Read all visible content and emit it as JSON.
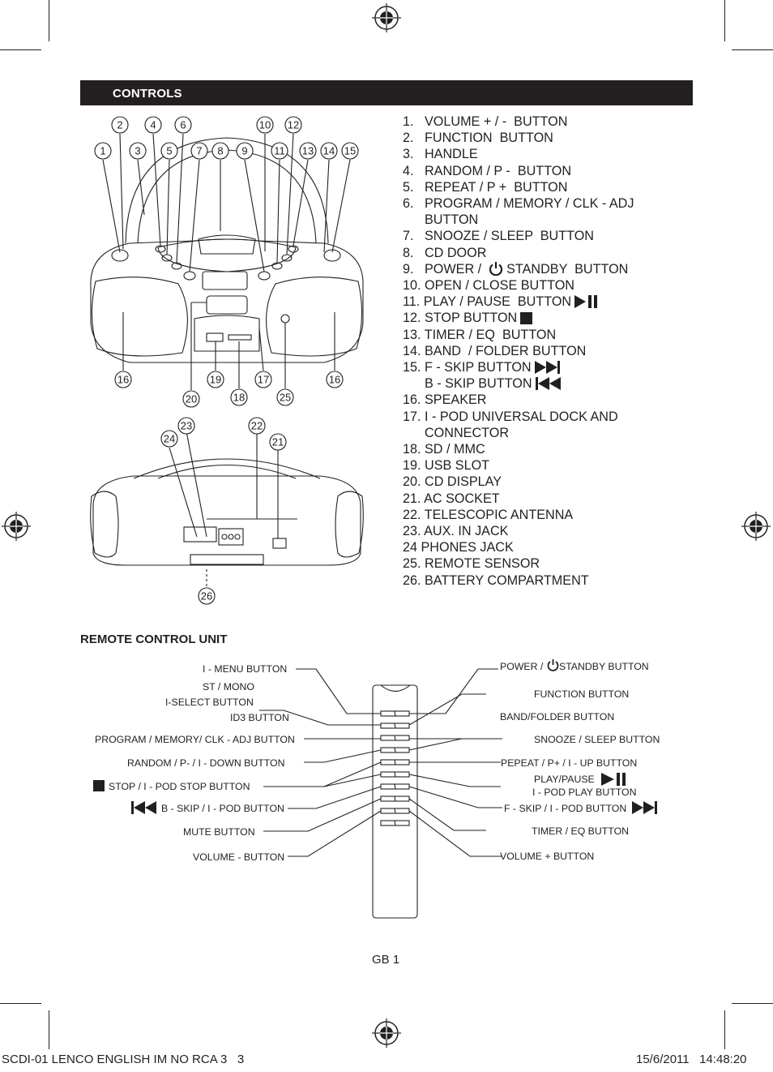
{
  "section": {
    "title": "CONTROLS"
  },
  "controls": [
    "1.   VOLUME + / -  BUTTON",
    "2.   FUNCTION  BUTTON",
    "3.   HANDLE",
    "4.   RANDOM / P -  BUTTON",
    "5.   REPEAT / P +  BUTTON",
    "6.   PROGRAM / MEMORY / CLK - ADJ",
    "      BUTTON",
    "7.   SNOOZE / SLEEP  BUTTON",
    "8.   CD DOOR",
    "9.   POWER / ",
    "10. OPEN / CLOSE BUTTON",
    "11. PLAY / PAUSE  BUTTON",
    "12. STOP BUTTON",
    "13. TIMER / EQ  BUTTON",
    "14. BAND  / FOLDER BUTTON",
    "15. F - SKIP BUTTON",
    "      B - SKIP BUTTON",
    "16. SPEAKER",
    "17. I - POD UNIVERSAL DOCK AND",
    "      CONNECTOR",
    "18. SD / MMC",
    "19. USB SLOT",
    "20. CD DISPLAY",
    "21. AC SOCKET",
    "22. TELESCOPIC ANTENNA",
    "23. AUX. IN JACK",
    "24 PHONES JACK",
    "25. REMOTE SENSOR",
    "26. BATTERY COMPARTMENT"
  ],
  "power_suffix": " STANDBY  BUTTON",
  "callouts_front": [
    "1",
    "2",
    "3",
    "4",
    "5",
    "6",
    "7",
    "8",
    "9",
    "10",
    "11",
    "12",
    "13",
    "14",
    "15",
    "16",
    "16",
    "17",
    "18",
    "19",
    "20",
    "25"
  ],
  "callouts_back": [
    "21",
    "22",
    "23",
    "24",
    "26"
  ],
  "remote": {
    "title": "REMOTE  CONTROL  UNIT",
    "left": [
      "I - MENU BUTTON",
      "ST / MONO",
      "I-SELECT BUTTON",
      "ID3 BUTTON",
      "PROGRAM / MEMORY/ CLK - ADJ BUTTON",
      "RANDOM / P- / I - DOWN BUTTON",
      "STOP / I - POD STOP BUTTON",
      "B - SKIP / I - POD BUTTON",
      "MUTE BUTTON",
      "VOLUME - BUTTON"
    ],
    "right": [
      "POWER / ",
      "STANDBY BUTTON",
      "FUNCTION  BUTTON",
      "BAND/FOLDER BUTTON",
      "SNOOZE / SLEEP BUTTON",
      "PEPEAT / P+ / I - UP BUTTON",
      "PLAY/PAUSE",
      "I - POD PLAY BUTTON",
      "F - SKIP / I - POD BUTTON",
      "TIMER / EQ BUTTON",
      "VOLUME + BUTTON"
    ]
  },
  "page_number": "GB 1",
  "footer": {
    "left": "SCDI-01 LENCO ENGLISH IM NO RCA 3   3",
    "right": "15/6/2011   14:48:20"
  }
}
